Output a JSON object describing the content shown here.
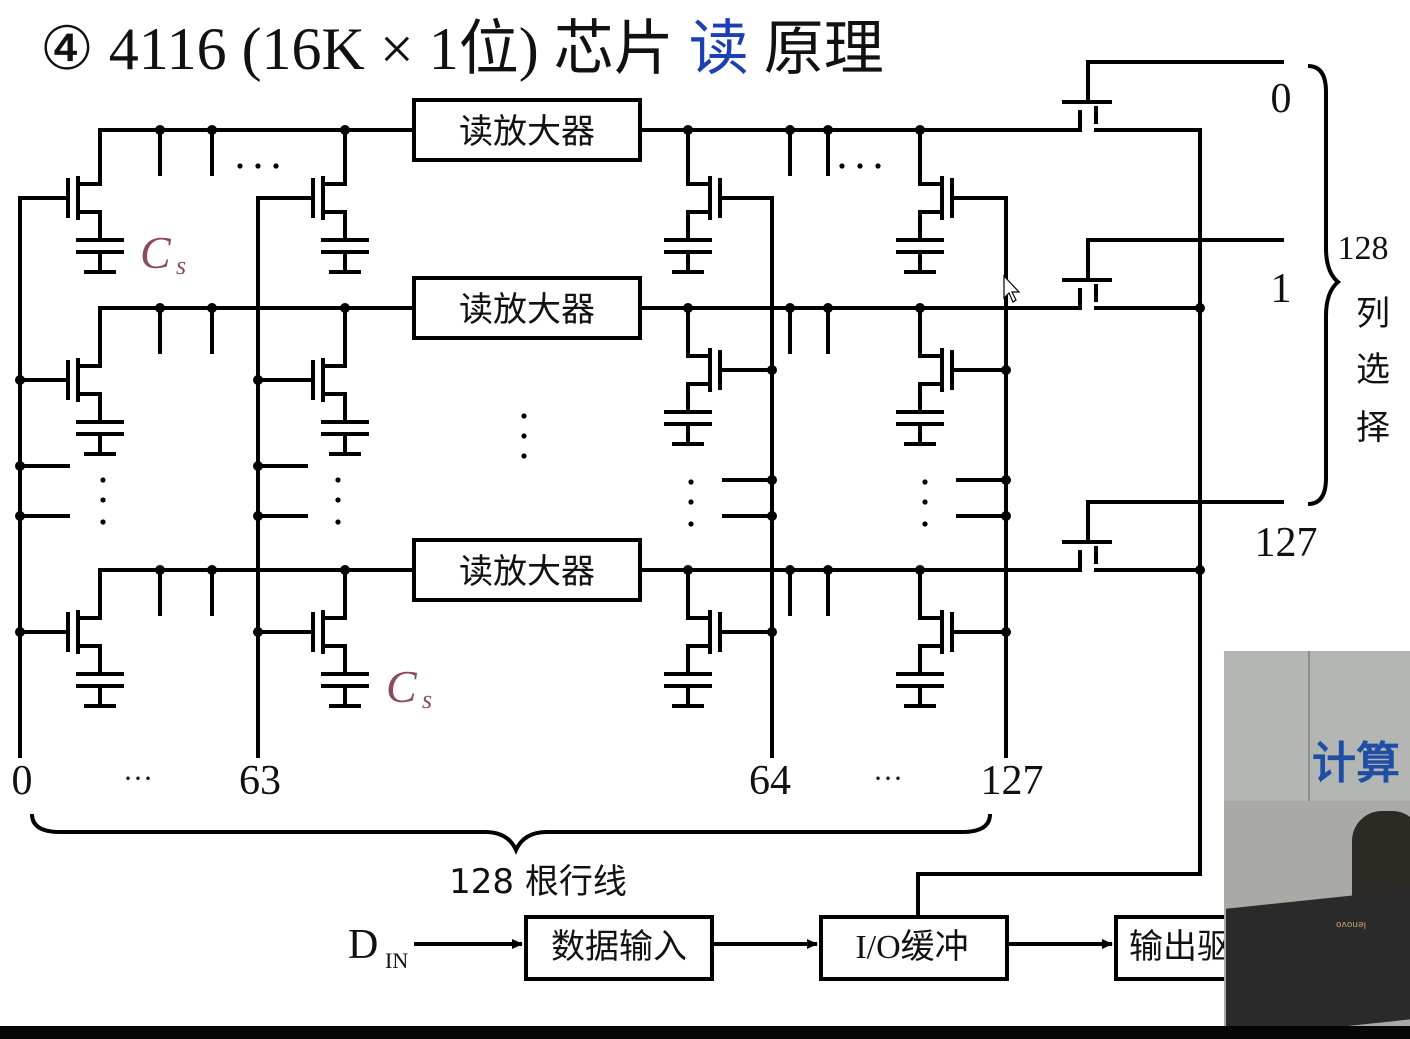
{
  "slide": {
    "title_prefix": "④ 4116 (16K × 1位) 芯片 ",
    "title_highlight": "读",
    "title_suffix": " 原理"
  },
  "amplifiers": [
    "读放大器",
    "读放大器",
    "读放大器"
  ],
  "cell_label_italic": "C",
  "cell_label_sub": "s",
  "column_lines": [
    "0",
    "···",
    "63",
    "64",
    "···",
    "127"
  ],
  "row_lines_label": "128 根行线",
  "column_select": {
    "inputs": [
      "0",
      "1",
      "127"
    ],
    "label_number": "128",
    "label_chars": [
      "列",
      "选",
      "择"
    ]
  },
  "io_path": {
    "din_main": "D",
    "din_sub": "IN",
    "data_input": "数据输入",
    "io_buffer": "I/O缓冲",
    "output_driver": "输出驱"
  },
  "webcam": {
    "sign_text": "计算",
    "laptop_brand": "lenovo"
  },
  "colors": {
    "title_highlight": "#1b3fb5",
    "cell_label": "#8b4a63",
    "wire": "#000000",
    "sign": "#1e4fa5"
  }
}
